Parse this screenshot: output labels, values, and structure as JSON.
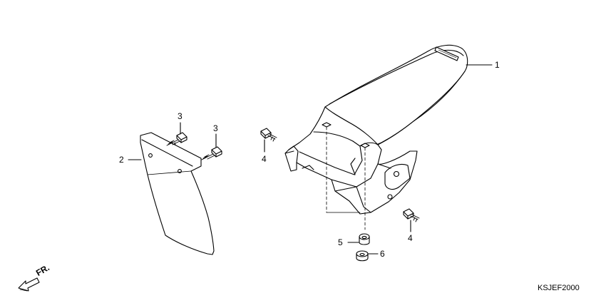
{
  "diagram": {
    "callouts": [
      {
        "id": "1",
        "label": "1"
      },
      {
        "id": "2",
        "label": "2"
      },
      {
        "id": "3a",
        "label": "3"
      },
      {
        "id": "3b",
        "label": "3"
      },
      {
        "id": "4a",
        "label": "4"
      },
      {
        "id": "4b",
        "label": "4"
      },
      {
        "id": "5",
        "label": "5"
      },
      {
        "id": "6",
        "label": "6"
      }
    ],
    "direction_label": "FR.",
    "diagram_code": "KSJEF2000"
  }
}
